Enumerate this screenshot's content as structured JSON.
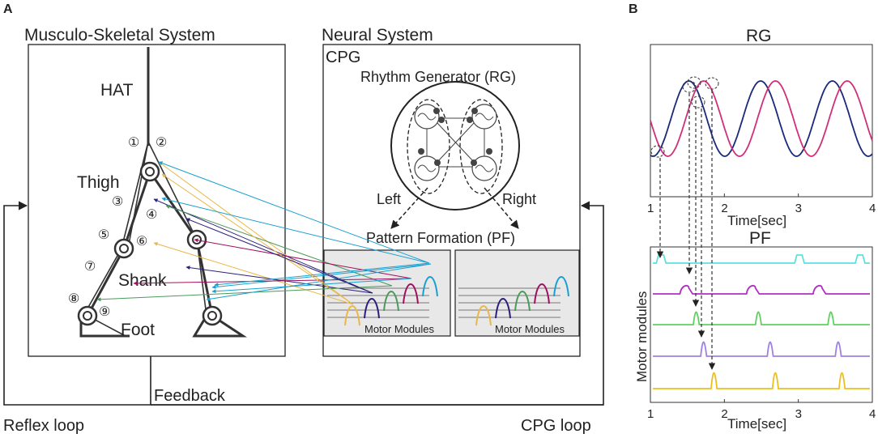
{
  "panel_a": {
    "panel_label": "A",
    "musculo_title": "Musculo-Skeletal System",
    "neural_title": "Neural System",
    "cpg_label": "CPG",
    "rg_label": "Rhythm Generator (RG)",
    "left_label": "Left",
    "right_label": "Right",
    "pf_label": "Pattern Formation (PF)",
    "motor_modules_label": "Motor Modules",
    "segments": {
      "hat": "HAT",
      "thigh": "Thigh",
      "shank": "Shank",
      "foot": "Foot"
    },
    "muscle_numbers": [
      "①",
      "②",
      "③",
      "④",
      "⑤",
      "⑥",
      "⑦",
      "⑧",
      "⑨"
    ],
    "feedback_label": "Feedback",
    "reflex_loop_label": "Reflex loop",
    "cpg_loop_label": "CPG loop",
    "module_colors": [
      "#e8b84a",
      "#2a1f7a",
      "#4a9a5a",
      "#a01060",
      "#1aa0d0"
    ]
  },
  "panel_b": {
    "panel_label": "B",
    "chart_data": [
      {
        "type": "line",
        "title": "RG",
        "xlabel": "Time[sec]",
        "ylabel": "",
        "xlim": [
          1,
          4
        ],
        "xticks": [
          "1",
          "2",
          "3",
          "4"
        ],
        "series": [
          {
            "color": "#1a2a7a",
            "period": 0.97,
            "peak_time": 1.52
          },
          {
            "color": "#d0307a",
            "period": 0.97,
            "peak_time": 1.72
          }
        ]
      },
      {
        "type": "line",
        "title": "PF",
        "xlabel": "Time[sec]",
        "ylabel": "Motor modules",
        "xlim": [
          1,
          4
        ],
        "xticks": [
          "1",
          "2",
          "3",
          "4"
        ],
        "series": [
          {
            "color": "#5fe0e0",
            "shape": "plateau",
            "onsets": [
              1.08,
              2.95,
              3.77
            ],
            "width": 0.1
          },
          {
            "color": "#b030c0",
            "shape": "bump",
            "onsets": [
              1.4,
              2.3,
              3.2
            ],
            "width": 0.12
          },
          {
            "color": "#60d060",
            "shape": "peak",
            "onsets": [
              1.58,
              2.42,
              3.4
            ],
            "width": 0.08
          },
          {
            "color": "#a080e0",
            "shape": "peak",
            "onsets": [
              1.68,
              2.58,
              3.5
            ],
            "width": 0.08
          },
          {
            "color": "#e8c020",
            "shape": "peak",
            "onsets": [
              1.82,
              2.65,
              3.55
            ],
            "width": 0.08
          }
        ]
      }
    ]
  }
}
